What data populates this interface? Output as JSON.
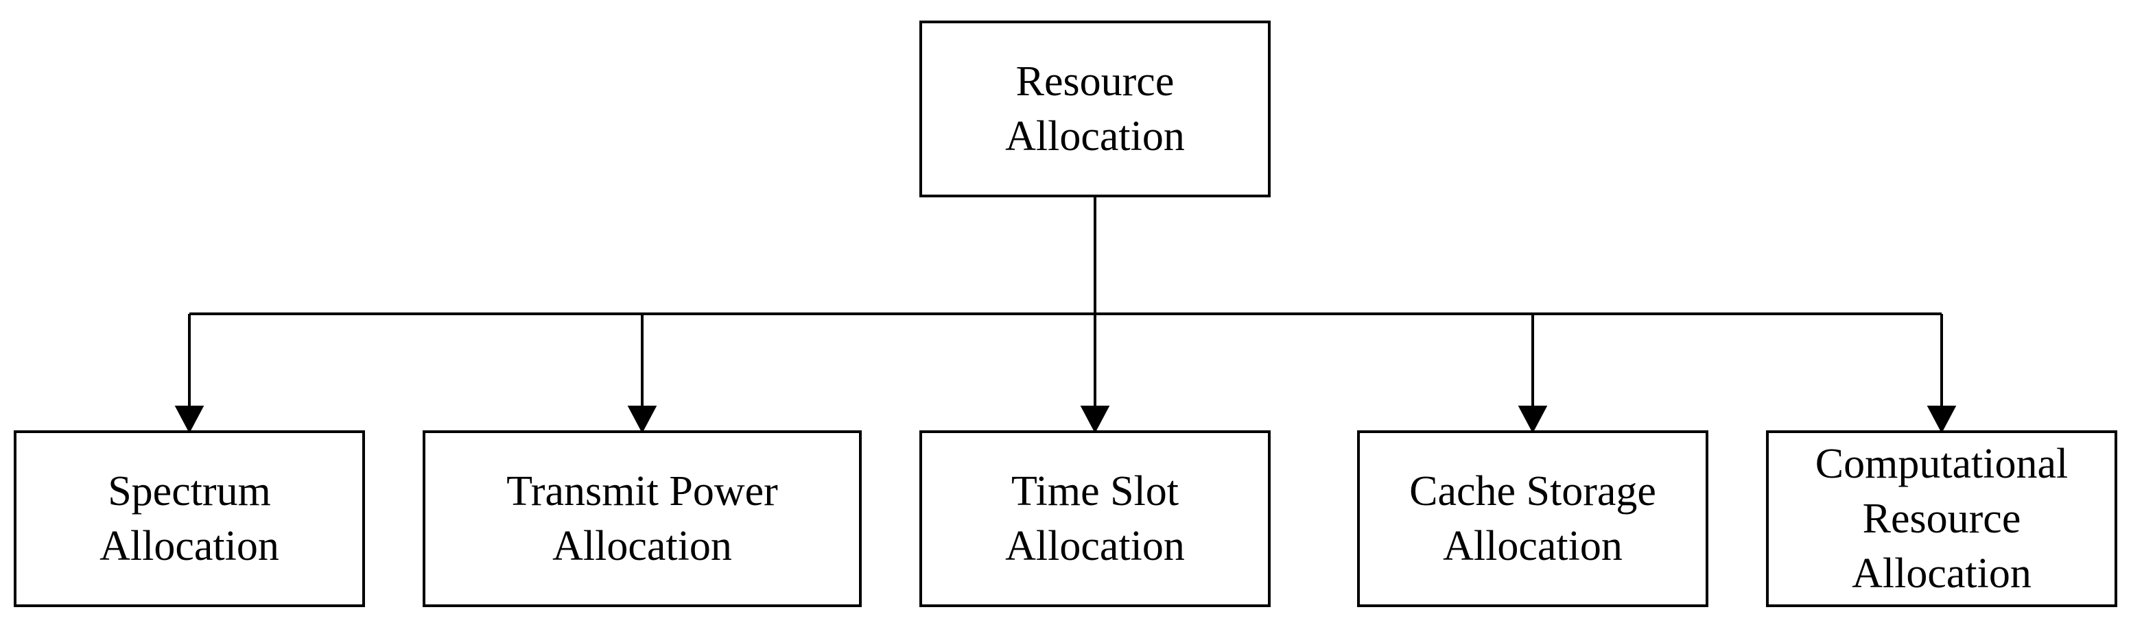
{
  "diagram": {
    "root": {
      "label": "Resource\nAllocation"
    },
    "children": [
      {
        "label": "Spectrum\nAllocation"
      },
      {
        "label": "Transmit Power\nAllocation"
      },
      {
        "label": "Time Slot\nAllocation"
      },
      {
        "label": "Cache Storage\nAllocation"
      },
      {
        "label": "Computational\nResource\nAllocation"
      }
    ]
  }
}
